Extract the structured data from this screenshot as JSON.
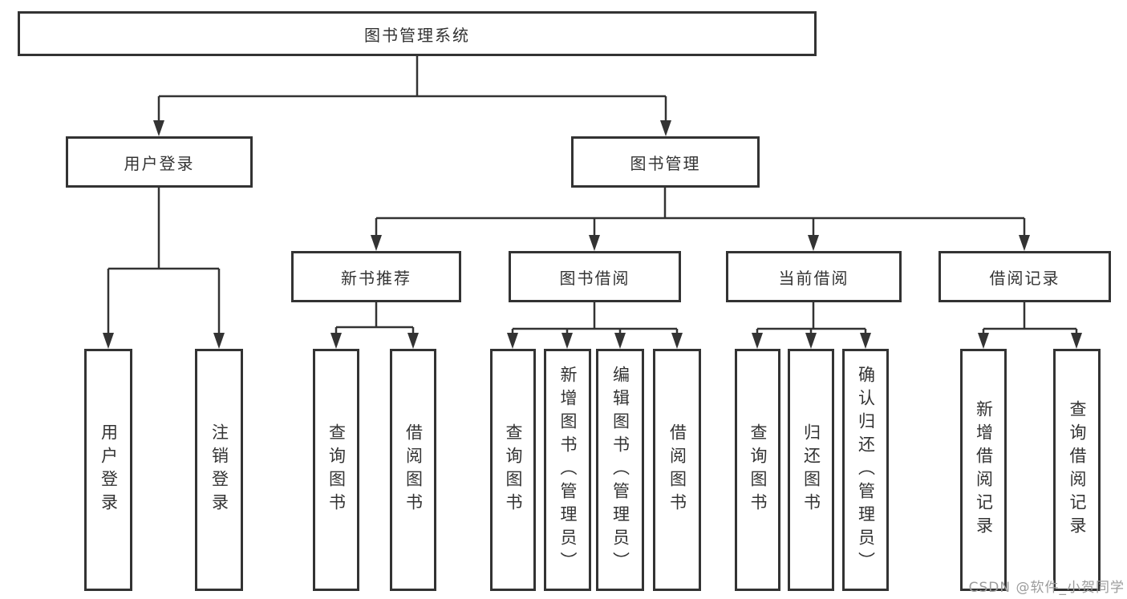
{
  "watermark": "CSDN @软件_小贺同学",
  "colors": {
    "line": "#333333",
    "text": "#333333",
    "watermark": "#9c9c9c",
    "background": "#ffffff"
  },
  "diagram": {
    "type": "hierarchy-tree",
    "root": {
      "label": "图书管理系统"
    },
    "branches": [
      {
        "label": "用户登录",
        "children": [
          {
            "label": "用户登录"
          },
          {
            "label": "注销登录"
          }
        ]
      },
      {
        "label": "图书管理",
        "children": [
          {
            "label": "新书推荐",
            "children": [
              {
                "label": "查询图书"
              },
              {
                "label": "借阅图书"
              }
            ]
          },
          {
            "label": "图书借阅",
            "children": [
              {
                "label": "查询图书"
              },
              {
                "label": "新增图书（管理员）"
              },
              {
                "label": "编辑图书（管理员）"
              },
              {
                "label": "借阅图书"
              }
            ]
          },
          {
            "label": "当前借阅",
            "children": [
              {
                "label": "查询图书"
              },
              {
                "label": "归还图书"
              },
              {
                "label": "确认归还（管理员）"
              }
            ]
          },
          {
            "label": "借阅记录",
            "children": [
              {
                "label": "新增借阅记录"
              },
              {
                "label": "查询借阅记录"
              }
            ]
          }
        ]
      }
    ]
  }
}
